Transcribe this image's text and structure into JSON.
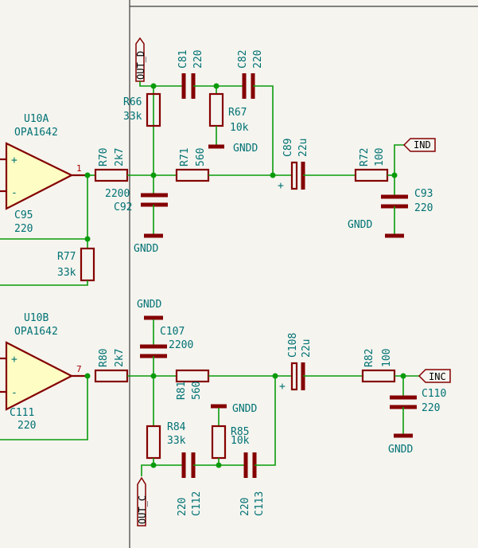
{
  "opamps": [
    {
      "ref": "U10A",
      "value": "OPA1642",
      "pin": "1"
    },
    {
      "ref": "U10B",
      "value": "OPA1642",
      "pin": "7"
    }
  ],
  "resistors": {
    "R66": {
      "ref": "R66",
      "value": "33k"
    },
    "R67": {
      "ref": "R67",
      "value": "10k"
    },
    "R70": {
      "ref": "R70",
      "value": "2k7"
    },
    "R71": {
      "ref": "R71",
      "value": "560"
    },
    "R72": {
      "ref": "R72",
      "value": "100"
    },
    "R77": {
      "ref": "R77",
      "value": "33k"
    },
    "R80": {
      "ref": "R80",
      "value": "2k7"
    },
    "R81": {
      "ref": "R81",
      "value": "560"
    },
    "R82": {
      "ref": "R82",
      "value": "100"
    },
    "R84": {
      "ref": "R84",
      "value": "33k"
    },
    "R85": {
      "ref": "R85",
      "value": "10k"
    }
  },
  "capacitors": {
    "C81": {
      "ref": "C81",
      "value": "220"
    },
    "C82": {
      "ref": "C82",
      "value": "220"
    },
    "C89": {
      "ref": "C89",
      "value": "22u"
    },
    "C92": {
      "ref": "C92",
      "value": "2200"
    },
    "C93": {
      "ref": "C93",
      "value": "220"
    },
    "C95": {
      "ref": "C95",
      "value": "220"
    },
    "C107": {
      "ref": "C107",
      "value": "2200"
    },
    "C108": {
      "ref": "C108",
      "value": "22u"
    },
    "C110": {
      "ref": "C110",
      "value": "220"
    },
    "C111": {
      "ref": "C111",
      "value": "220"
    },
    "C112": {
      "ref": "C112",
      "value": "220"
    },
    "C113": {
      "ref": "C113",
      "value": "220"
    }
  },
  "nets": {
    "gnd": "GNDD",
    "out_d": "OUT_D",
    "out_c": "OUT_C",
    "ind": "IND",
    "inc": "INC"
  },
  "polarity_plus": "+",
  "opamp_pins": {
    "plus": "+",
    "minus": "-"
  }
}
